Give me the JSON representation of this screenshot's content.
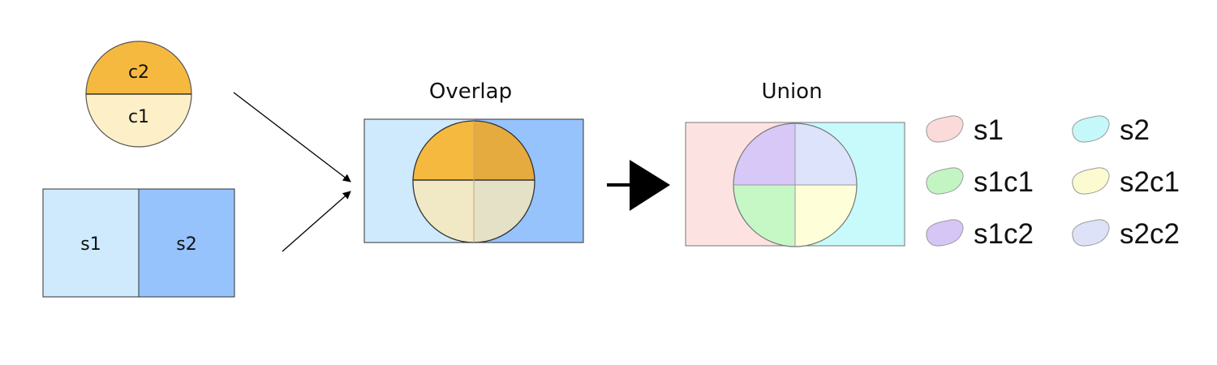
{
  "circle_input": {
    "top_label": "c2",
    "bottom_label": "c1"
  },
  "rect_input": {
    "left_label": "s1",
    "right_label": "s2"
  },
  "overlap": {
    "title": "Overlap"
  },
  "union": {
    "title": "Union"
  },
  "legend": [
    {
      "label": "s1",
      "color": "#fbdada"
    },
    {
      "label": "s2",
      "color": "#c5f8f8"
    },
    {
      "label": "s1c1",
      "color": "#c3f5c3"
    },
    {
      "label": "s2c1",
      "color": "#fcfad0"
    },
    {
      "label": "s1c2",
      "color": "#d6c6f6"
    },
    {
      "label": "s2c2",
      "color": "#dde2f8"
    }
  ],
  "colors": {
    "c2": "#f6b940",
    "c1": "#fdf0c8",
    "s1": "#cfeafc",
    "s2": "#96c3fc",
    "union_s1": "#fde2e2",
    "union_s2": "#c8fafc",
    "union_s1c2": "#d8c8f8",
    "union_s2c2": "#dde3fb",
    "union_s1c1": "#c6f8c6",
    "union_s2c1": "#fefed8"
  }
}
